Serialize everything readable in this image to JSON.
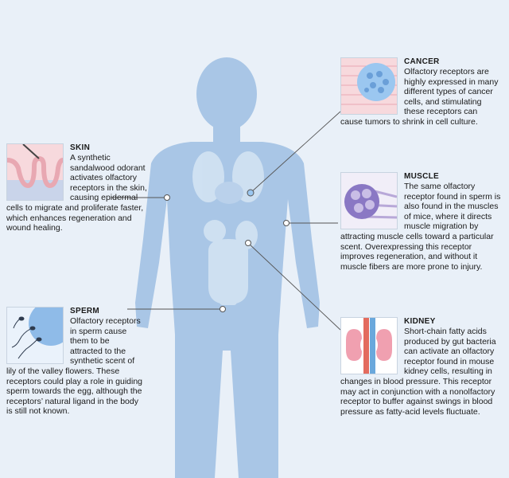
{
  "colors": {
    "background": "#e9f0f8",
    "body": "#a9c6e6",
    "organs": "#d3e3f3",
    "leader_line": "#555555"
  },
  "panels": {
    "skin": {
      "title": "SKIN",
      "text": "A synthetic sandalwood odorant activates olfactory receptors in the skin, causing epidermal cells to migrate and proliferate faster, which enhances regeneration and wound healing."
    },
    "sperm": {
      "title": "SPERM",
      "text": "Olfactory receptors in sperm cause them to be attracted to the synthetic scent of lily of the valley flowers. These receptors could play a role in guiding sperm towards the egg, although the receptors’ natural ligand in the body is still not known."
    },
    "cancer": {
      "title": "CANCER",
      "text": "Olfactory receptors are highly expressed in many different types of cancer cells, and stimulating these receptors can cause tumors to shrink in cell culture."
    },
    "muscle": {
      "title": "MUSCLE",
      "text": "The same olfactory receptor found in sperm is also found in the muscles of mice, where it directs muscle migration by attracting muscle cells toward a particular scent. Overexpressing this receptor improves regeneration, and without it muscle fibers are more prone to injury."
    },
    "kidney": {
      "title": "KIDNEY",
      "text": "Short-chain fatty acids produced by gut bacteria can activate an olfactory receptor found in mouse kidney cells, resulting in changes in blood pressure. This receptor may act in conjunction with a nonolfactory receptor to buffer against swings in blood pressure as fatty-acid levels fluctuate."
    }
  }
}
